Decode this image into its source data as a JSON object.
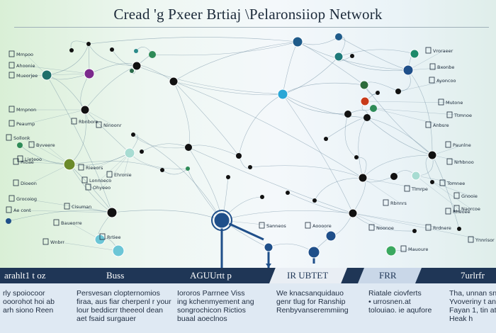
{
  "title": "Cread 'g Pxeer Brtiaj \\Pelaronsiiop Network",
  "colors": {
    "banner": "#1f3656",
    "edge": "#5f7f95",
    "accent": "#1f4f8a"
  },
  "sections": [
    {
      "heading": "arahlt1 t oz",
      "lines": [
        "rly spoiocoor",
        "ooorohot hoi ab",
        "arh siono Reen"
      ]
    },
    {
      "heading": "Buss",
      "lines": [
        "Persvesan clopternomios",
        "firaa, aus fiar cherpenl r your",
        "lour beddicrr theeeol dean",
        "aet fsaid surgauer"
      ]
    },
    {
      "heading": "AGUUrtt p",
      "lines": [
        "Iororos Parrnee Viss",
        "ing kchenmyement ang",
        "songrochicon Rictios",
        "buaal aoeclnos"
      ]
    },
    {
      "heading": "IR UBTET",
      "lines": [
        "We knacsanquidauo",
        "genr tlug for Ranship",
        "Renbyvanseremmiing"
      ]
    },
    {
      "heading": "FRR",
      "lines": [
        "Riatale ciovferts",
        "• urrosnen.at",
        "tolouiao. ie aqufore"
      ]
    },
    {
      "heading": "7urlrfr",
      "lines": [
        "Tha, unnan sn",
        "Yvoveriny t ano",
        "Fayan 1, tin at",
        "Heak h"
      ]
    }
  ],
  "labels": [
    {
      "t": "Mmpoo"
    },
    {
      "t": "Ahoonie"
    },
    {
      "t": "Mueorjee"
    },
    {
      "t": "Mmpnon"
    },
    {
      "t": "Peaump"
    },
    {
      "t": "Sollonk"
    },
    {
      "t": "Hibae"
    },
    {
      "t": "Dioeon"
    },
    {
      "t": "Grocoiog"
    },
    {
      "t": "Ae cont"
    },
    {
      "t": "Cisuman"
    },
    {
      "t": "Baueorre"
    },
    {
      "t": "Wnbrr"
    },
    {
      "t": "Rrtiee"
    },
    {
      "t": "Lieteoo"
    },
    {
      "t": "Bvveere"
    },
    {
      "t": "Rbnbore"
    },
    {
      "t": "Ninoonr"
    },
    {
      "t": "Rieeors"
    },
    {
      "t": "Lonnoeco"
    },
    {
      "t": "Ohyeeo"
    },
    {
      "t": "Ehronie"
    },
    {
      "t": "Vroraeer"
    },
    {
      "t": "Bxonbe"
    },
    {
      "t": "Ayoncoo"
    },
    {
      "t": "Mutone"
    },
    {
      "t": "Ttmnoe"
    },
    {
      "t": "Anbsre"
    },
    {
      "t": "Paunlne"
    },
    {
      "t": "Nrhbnoo"
    },
    {
      "t": "Tomnee"
    },
    {
      "t": "Gnooie"
    },
    {
      "t": "Naorcoe"
    },
    {
      "t": "Rheoee"
    },
    {
      "t": "Rrdnere"
    },
    {
      "t": "Ynnrisor"
    },
    {
      "t": "Mauoure"
    },
    {
      "t": "Tlmrpe"
    },
    {
      "t": "Rbnnrs"
    },
    {
      "t": "Noonoe"
    },
    {
      "t": "Sanneos"
    },
    {
      "t": "Aoooore"
    }
  ]
}
